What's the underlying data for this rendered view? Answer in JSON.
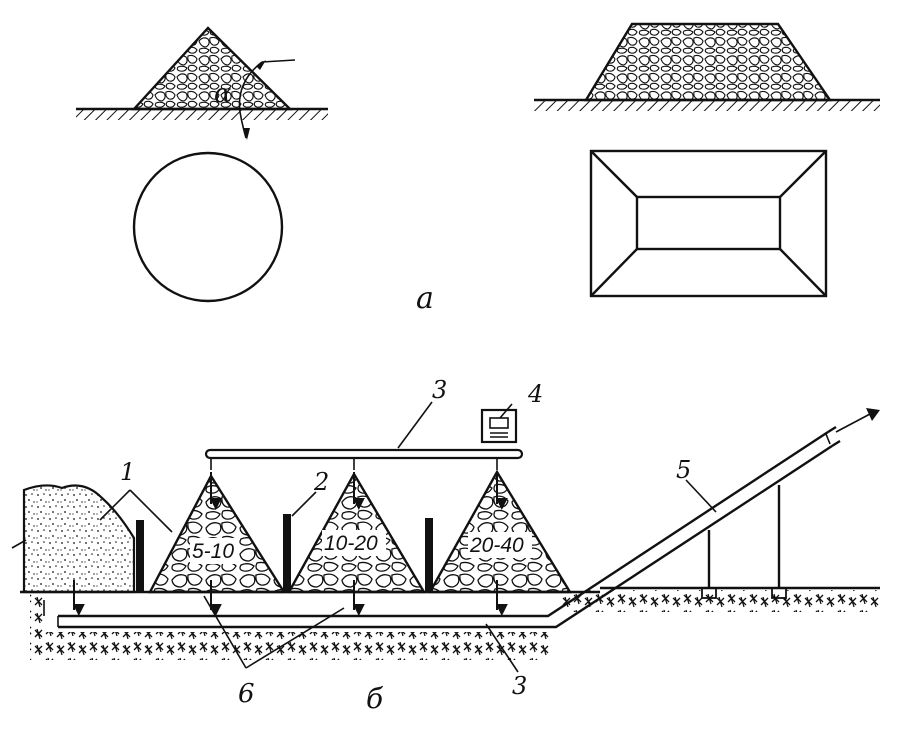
{
  "labels": {
    "panel_a": "а",
    "panel_b": "б",
    "alpha": "α",
    "n1": "1",
    "n2": "2",
    "n3_top": "3",
    "n3_bottom": "3",
    "n4": "4",
    "n5": "5",
    "n6": "6"
  },
  "piles": [
    {
      "label": "5-10"
    },
    {
      "label": "10-20"
    },
    {
      "label": "20-40"
    }
  ]
}
